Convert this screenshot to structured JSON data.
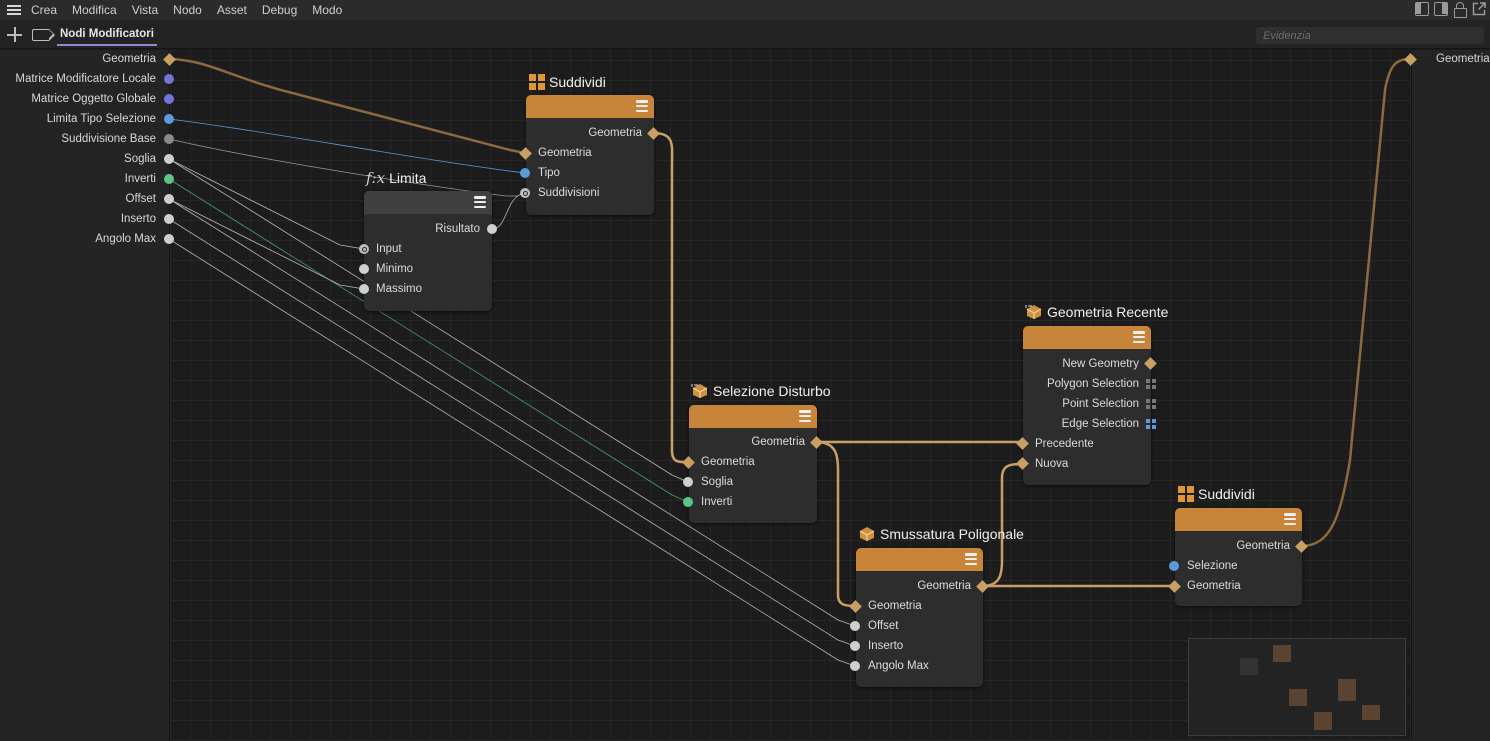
{
  "menu": {
    "items": [
      "Crea",
      "Modifica",
      "Vista",
      "Nodo",
      "Asset",
      "Debug",
      "Modo"
    ]
  },
  "tabs": {
    "active_label": "Nodi Modificatori"
  },
  "search": {
    "placeholder": "Evidenzia"
  },
  "inputs_panel": {
    "ports": [
      {
        "label": "Geometria",
        "type": "diamond",
        "color": "#c9a063"
      },
      {
        "label": "Matrice Modificatore Locale",
        "type": "dot",
        "color": "#7474d8"
      },
      {
        "label": "Matrice Oggetto Globale",
        "type": "dot",
        "color": "#7474d8"
      },
      {
        "label": "Limita Tipo Selezione",
        "type": "dot",
        "color": "#5b9bd9"
      },
      {
        "label": "Suddivisione Base",
        "type": "dot",
        "color": "#8a8a8a"
      },
      {
        "label": "Soglia",
        "type": "dot",
        "color": "#cfcfcf"
      },
      {
        "label": "Inverti",
        "type": "dot",
        "color": "#5cc487"
      },
      {
        "label": "Offset",
        "type": "dot",
        "color": "#cfcfcf"
      },
      {
        "label": "Inserto",
        "type": "dot",
        "color": "#cfcfcf"
      },
      {
        "label": "Angolo Max",
        "type": "dot",
        "color": "#cfcfcf"
      }
    ]
  },
  "outputs_panel": {
    "ports": [
      {
        "label": "Geometria",
        "type": "diamond"
      }
    ]
  },
  "nodes": {
    "suddividi1": {
      "title": "Suddividi",
      "outputs": [
        "Geometria"
      ],
      "inputs": [
        "Geometria",
        "Tipo",
        "Suddivisioni"
      ]
    },
    "limita": {
      "title": "Limita",
      "icon_text": "f:x",
      "outputs": [
        "Risultato"
      ],
      "inputs": [
        "Input",
        "Minimo",
        "Massimo"
      ]
    },
    "selezione_disturbo": {
      "title": "Selezione Disturbo",
      "outputs": [
        "Geometria"
      ],
      "inputs": [
        "Geometria",
        "Soglia",
        "Inverti"
      ]
    },
    "geometria_recente": {
      "title": "Geometria Recente",
      "outputs": [
        "New Geometry",
        "Polygon Selection",
        "Point Selection",
        "Edge Selection"
      ],
      "inputs": [
        "Precedente",
        "Nuova"
      ]
    },
    "smussatura": {
      "title": "Smussatura Poligonale",
      "outputs": [
        "Geometria"
      ],
      "inputs": [
        "Geometria",
        "Offset",
        "Inserto",
        "Angolo Max"
      ]
    },
    "suddividi2": {
      "title": "Suddividi",
      "outputs": [
        "Geometria"
      ],
      "inputs": [
        "Selezione",
        "Geometria"
      ]
    }
  },
  "colors": {
    "geometry_wire": "#c9a063",
    "header_orange": "#c88438",
    "port_blue": "#5b9bd9",
    "port_green": "#5cc487",
    "port_purple": "#7474d8",
    "tab_underline": "#8a8ad8"
  }
}
